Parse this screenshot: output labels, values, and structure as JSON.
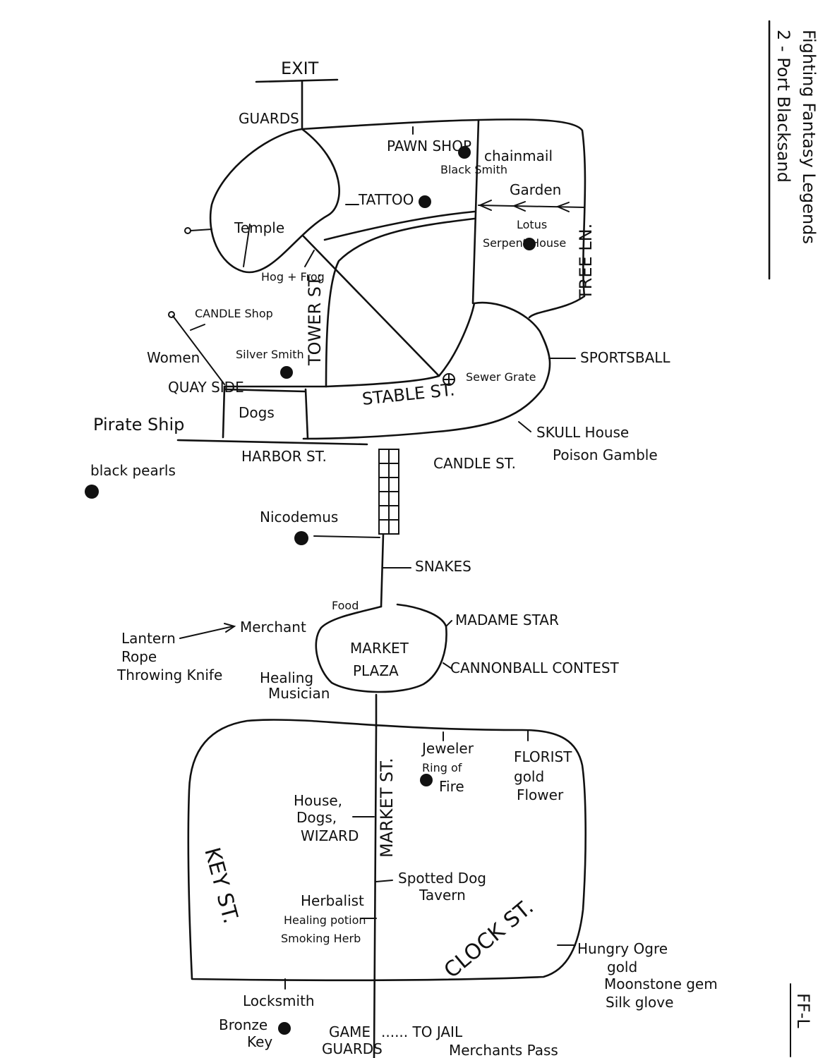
{
  "title": {
    "line1": "Fighting Fantasy Legends",
    "line2": "2 - Port Blacksand",
    "corner_tag": "FF-L"
  },
  "north": {
    "exit": "EXIT",
    "guards": "GUARDS",
    "pawn_shop": "PAWN SHOP",
    "black_smith": "Black Smith",
    "chainmail": "chainmail",
    "garden": "Garden",
    "lotus": "Lotus",
    "tattoo": "TATTOO",
    "temple": "Temple",
    "serpent_house": "Serpent House",
    "tree_ln": "TREE LN.",
    "hog_frog": "Hog + Frog",
    "tower_st": "TOWER ST.",
    "candle_shop": "CANDLE Shop",
    "women": "Women",
    "silver_smith": "Silver Smith",
    "quay_side": "QUAY SIDE",
    "dogs": "Dogs",
    "stable_st": "STABLE ST.",
    "sewer_grate": "Sewer Grate",
    "sportsball": "SPORTSBALL",
    "skull_house": "SKULL House",
    "poison_gamble": "Poison Gamble",
    "harbor_st": "HARBOR ST.",
    "candle_st": "CANDLE ST.",
    "pirate_ship": "Pirate Ship",
    "black_pearls": "black pearls"
  },
  "middle": {
    "nicodemus": "Nicodemus",
    "snakes": "SNAKES",
    "food": "Food",
    "madame_star": "MADAME STAR",
    "market_plaza_1": "MARKET",
    "market_plaza_2": "PLAZA",
    "merchant": "Merchant",
    "lantern": "Lantern",
    "rope": "Rope",
    "throwing_knife": "Throwing Knife",
    "healing_musician_1": "Healing",
    "healing_musician_2": "Musician",
    "cannonball": "CANNONBALL CONTEST"
  },
  "south": {
    "jeweler": "Jeweler",
    "ring_of_fire_1": "Ring of",
    "ring_of_fire_2": "Fire",
    "florist": "FLORIST",
    "gold_flower_1": "gold",
    "gold_flower_2": "Flower",
    "house_1": "House,",
    "house_2": "Dogs,",
    "house_3": "WIZARD",
    "market_st": "MARKET ST.",
    "key_st": "KEY ST.",
    "spotted_dog_1": "Spotted Dog",
    "spotted_dog_2": "Tavern",
    "herbalist_1": "Herbalist",
    "herbalist_2": "Healing potion",
    "herbalist_3": "Smoking Herb",
    "clock_st": "CLOCK ST.",
    "hungry_ogre_1": "Hungry Ogre",
    "hungry_ogre_2": "gold",
    "hungry_ogre_3": "Moonstone gem",
    "hungry_ogre_4": "Silk glove",
    "locksmith": "Locksmith",
    "bronze_key_1": "Bronze",
    "bronze_key_2": "Key",
    "game_guards_1": "GAME",
    "game_guards_2": "GUARDS",
    "to_jail": "...... TO JAIL",
    "merchants_pass": "Merchants Pass"
  }
}
